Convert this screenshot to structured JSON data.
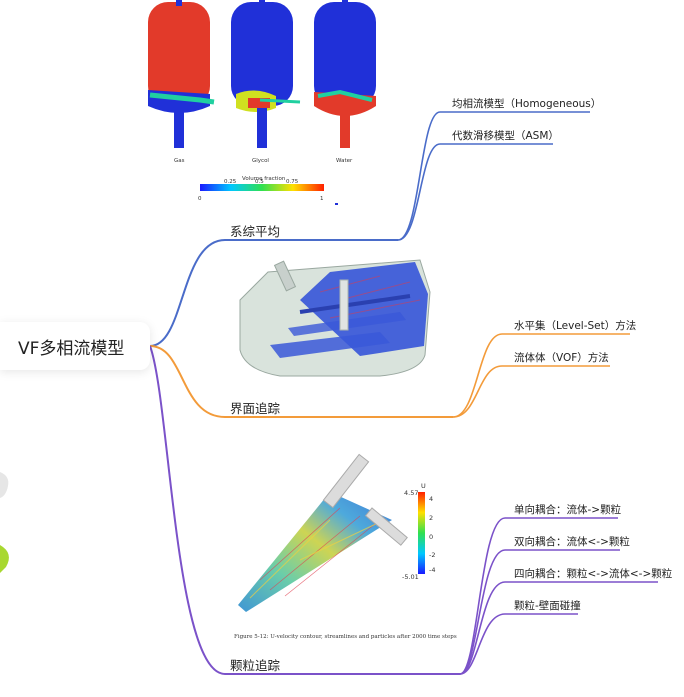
{
  "root": {
    "label": "VF多相流模型"
  },
  "branches": [
    {
      "label": "系综平均",
      "color": "#4a6cc9",
      "leaves": [
        "均相流模型（Homogeneous）",
        "代数滑移模型（ASM）"
      ]
    },
    {
      "label": "界面追踪",
      "color": "#f39b3a",
      "leaves": [
        "水平集（Level-Set）方法",
        "流体体（VOF）方法"
      ]
    },
    {
      "label": "颗粒追踪",
      "color": "#7b52c9",
      "leaves": [
        "单向耦合：流体->颗粒",
        "双向耦合：流体<->颗粒",
        "四向耦合：颗粒<->流体<->颗粒",
        "颗粒-壁面碰撞"
      ]
    }
  ],
  "figures": {
    "vessels": {
      "labels": [
        "Gas",
        "Glycol",
        "Water"
      ],
      "colorbar_title": "Volume fraction",
      "colorbar_ticks": [
        "0",
        "0.25",
        "0.5",
        "0.75",
        "1"
      ]
    },
    "cyclone": {
      "colorbar_title": "U",
      "colorbar_ticks": [
        "4.57",
        "4",
        "2",
        "0",
        "-2",
        "-4",
        "-5.01"
      ],
      "caption": "Figure 5-12: U-velocity contour, streamlines and particles after 2000 time steps"
    }
  }
}
